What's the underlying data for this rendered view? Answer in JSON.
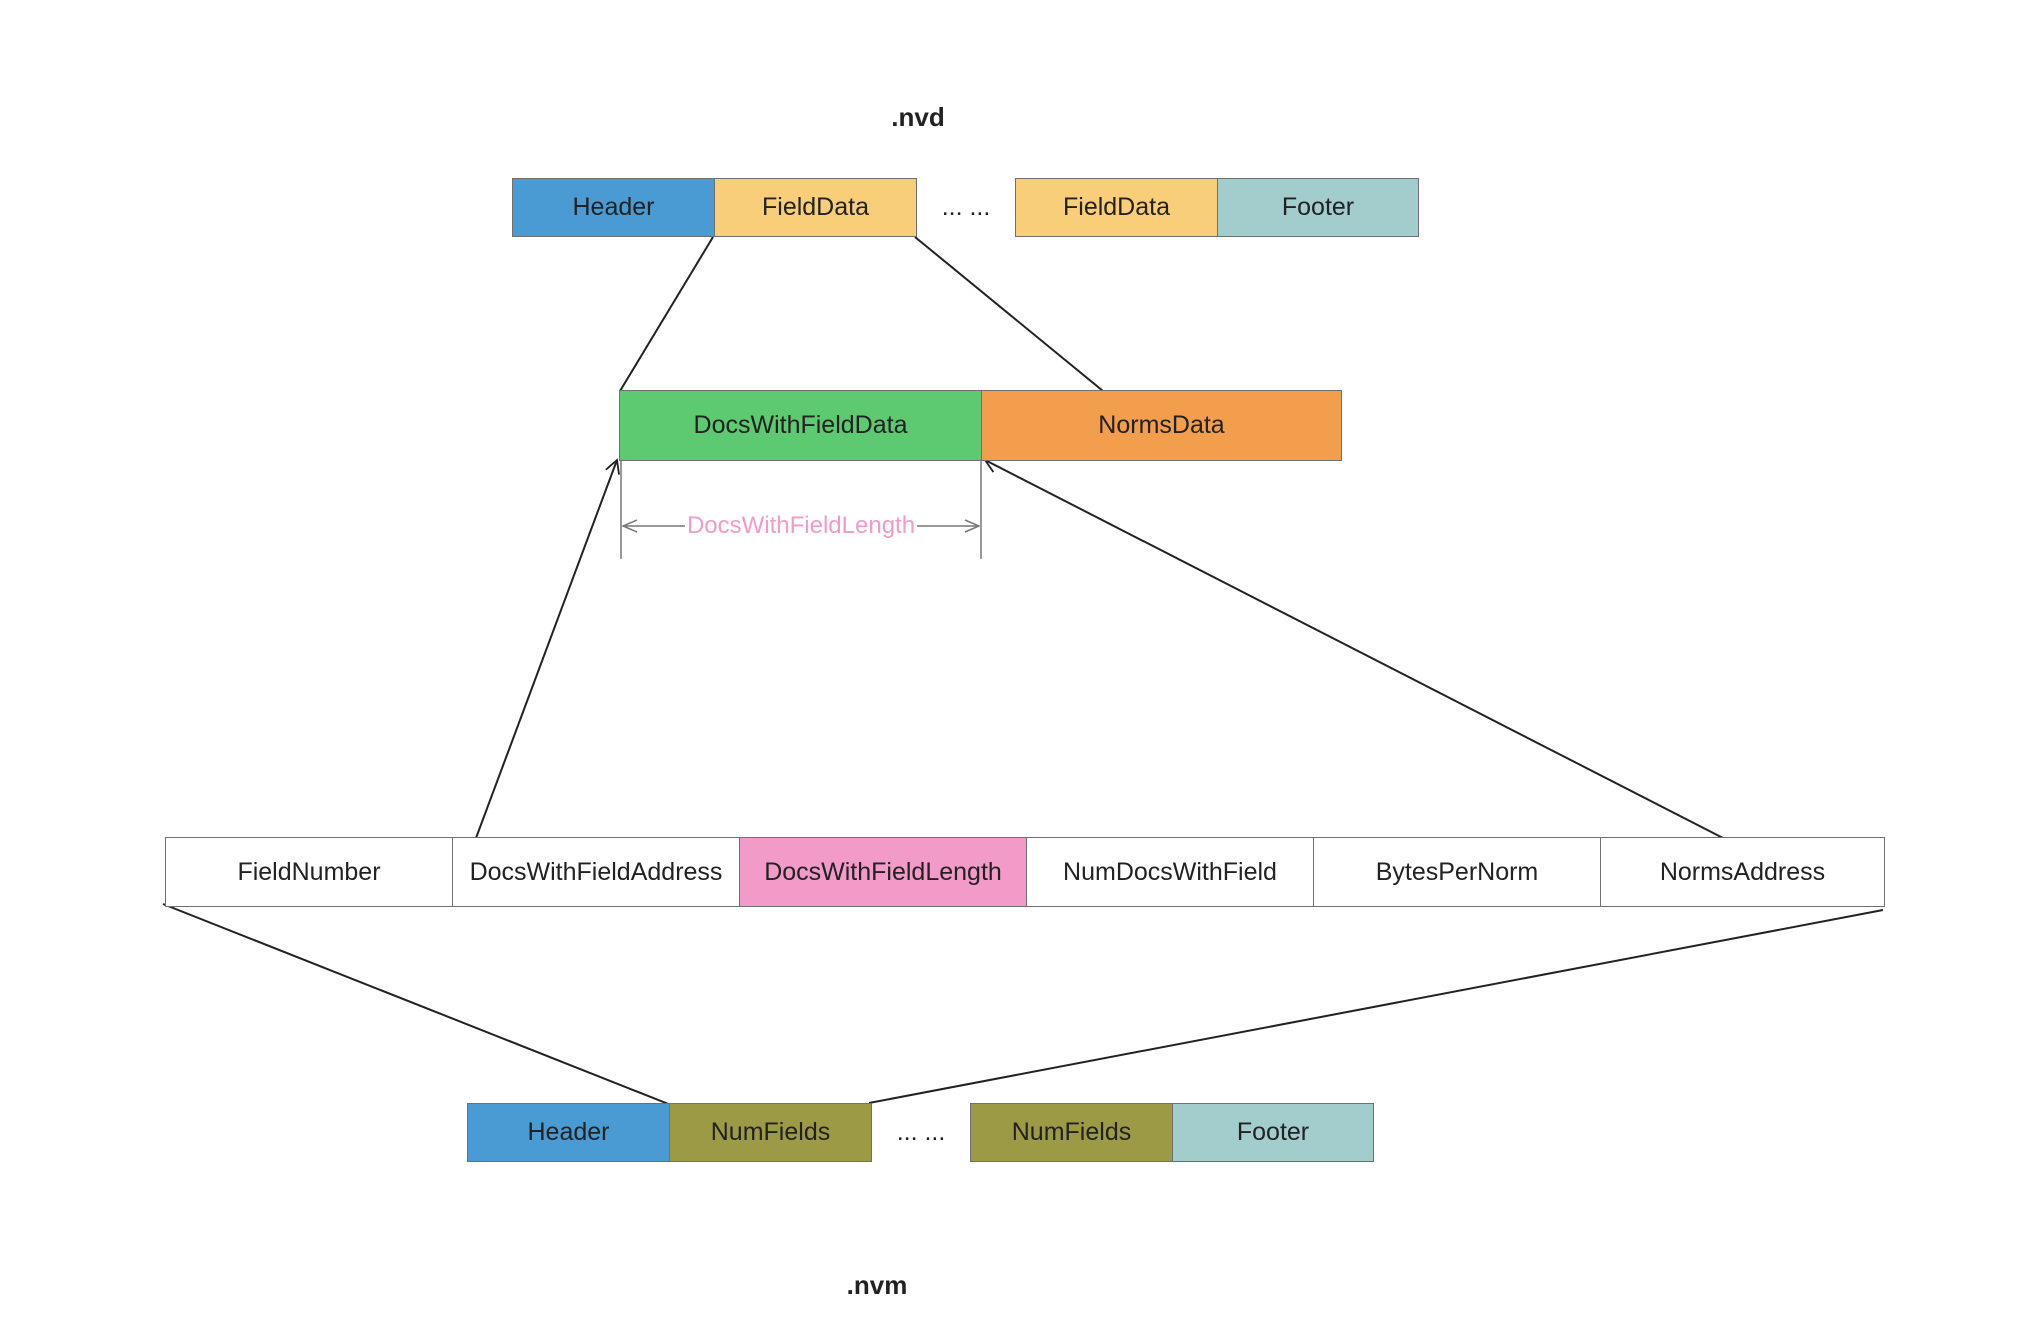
{
  "nvd": {
    "title": ".nvd",
    "segments": [
      {
        "label": "Header",
        "color": "#4a9bd4"
      },
      {
        "label": "FieldData",
        "color": "#f8cf78"
      },
      {
        "label": "... ...",
        "color": null
      },
      {
        "label": "FieldData",
        "color": "#f8cf78"
      },
      {
        "label": "Footer",
        "color": "#a3cdcc"
      }
    ]
  },
  "field_data": {
    "segments": [
      {
        "label": "DocsWithFieldData",
        "color": "#5dc971"
      },
      {
        "label": "NormsData",
        "color": "#f29e4c"
      }
    ],
    "length_label": "DocsWithFieldLength",
    "length_color": "#f29ac8"
  },
  "field_meta": {
    "segments": [
      {
        "label": "FieldNumber",
        "color": "#ffffff"
      },
      {
        "label": "DocsWithFieldAddress",
        "color": "#ffffff"
      },
      {
        "label": "DocsWithFieldLength",
        "color": "#f29ac8"
      },
      {
        "label": "NumDocsWithField",
        "color": "#ffffff"
      },
      {
        "label": "BytesPerNorm",
        "color": "#ffffff"
      },
      {
        "label": "NormsAddress",
        "color": "#ffffff"
      }
    ]
  },
  "nvm": {
    "title": ".nvm",
    "segments": [
      {
        "label": "Header",
        "color": "#4a9bd4"
      },
      {
        "label": "NumFields",
        "color": "#9c9a45"
      },
      {
        "label": "... ...",
        "color": null
      },
      {
        "label": "NumFields",
        "color": "#9c9a45"
      },
      {
        "label": "Footer",
        "color": "#a3cdcc"
      }
    ]
  }
}
